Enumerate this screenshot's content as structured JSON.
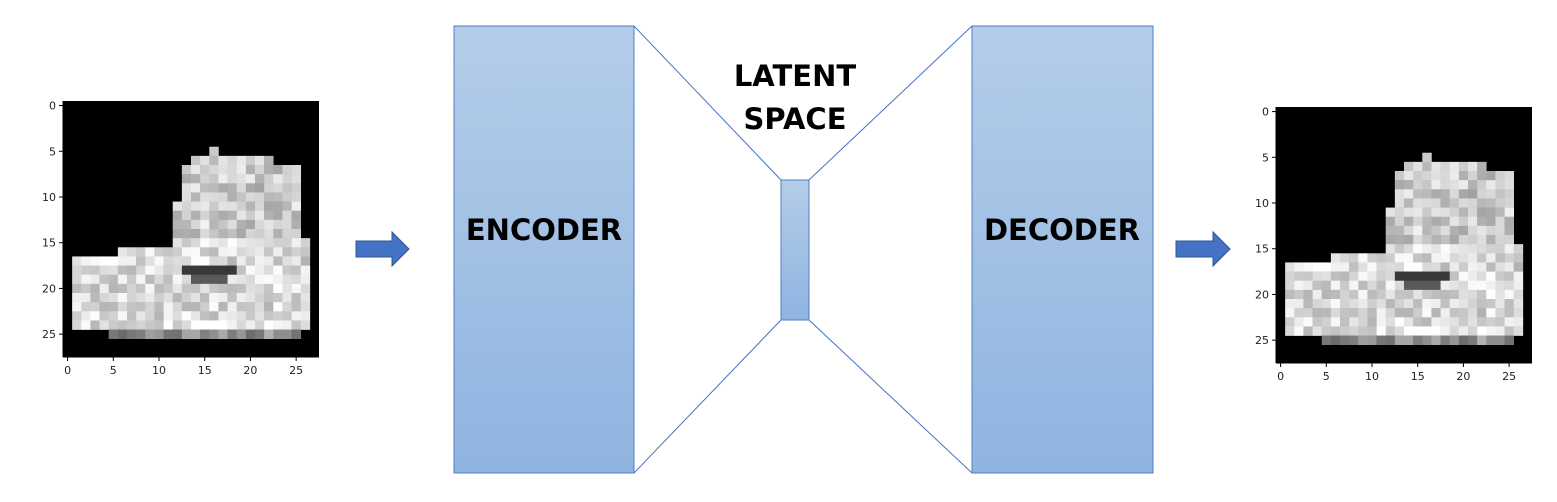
{
  "title": "",
  "blocks": {
    "encoder": {
      "label": "ENCODER"
    },
    "decoder": {
      "label": "DECODER"
    },
    "latent": {
      "label_line1": "LATENT",
      "label_line2": "SPACE"
    }
  },
  "colors": {
    "block_fill_top": "#b4cde9",
    "block_fill_bottom": "#8fb4e0",
    "block_stroke": "#4f7fbf",
    "connector_stroke": "#4472c4",
    "arrow_fill": "#4472c4",
    "arrow_stroke": "#2f5597"
  },
  "input_plot": {
    "x_ticks": [
      "0",
      "5",
      "10",
      "15",
      "20",
      "25"
    ],
    "y_ticks": [
      "0",
      "5",
      "10",
      "15",
      "20",
      "25"
    ],
    "image_grid_size": 28,
    "colormap": "gray"
  },
  "output_plot": {
    "x_ticks": [
      "0",
      "5",
      "10",
      "15",
      "20",
      "25"
    ],
    "y_ticks": [
      "0",
      "5",
      "10",
      "15",
      "20",
      "25"
    ],
    "image_grid_size": 28,
    "colormap": "gray"
  }
}
